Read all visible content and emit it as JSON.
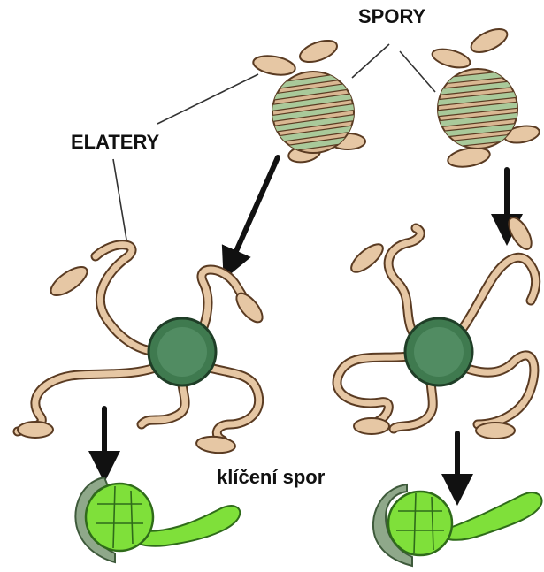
{
  "labels": {
    "spores": "SPORY",
    "elaters": "ELATERY",
    "germination": "klíčení spor"
  },
  "colors": {
    "elater_fill": "#e6c7a4",
    "elater_outline": "#5a3b22",
    "spore_band_green": "#a9c99a",
    "spore_core": "#3f7a4f",
    "germ_green": "#7fe03a",
    "germ_outline": "#2f6b1a",
    "germ_sheath": "#8fa88a",
    "arrow": "#111111",
    "leader_line": "#333333"
  }
}
